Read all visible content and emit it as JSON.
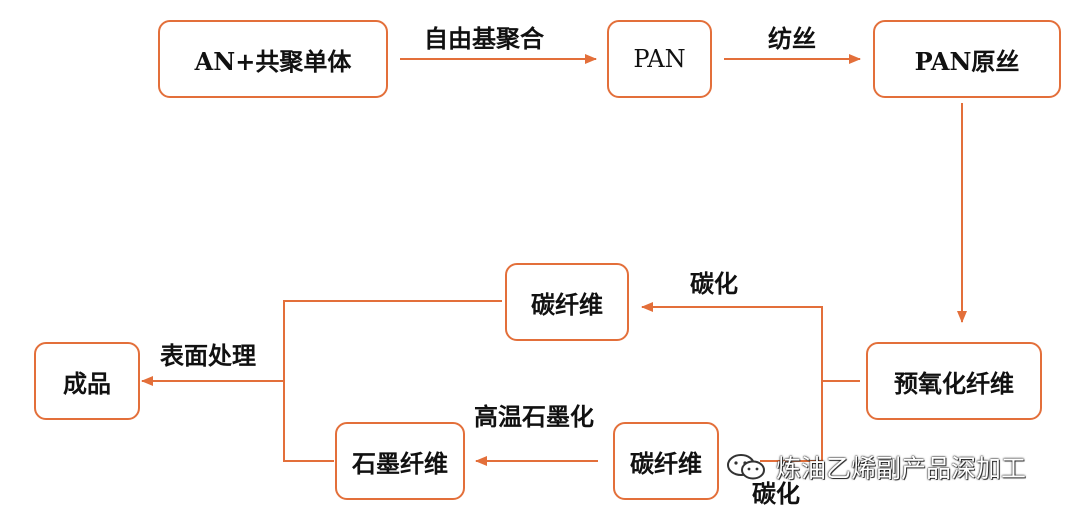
{
  "nodes": {
    "monomer": "AN+共聚单体",
    "pan": "PAN",
    "precursor": "PAN原丝",
    "preox": "预氧化纤维",
    "carbon_top": "碳纤维",
    "carbon_bottom": "碳纤维",
    "graphite": "石墨纤维",
    "product": "成品"
  },
  "edges": {
    "polymerization": "自由基聚合",
    "spinning": "纺丝",
    "carbonization_top": "碳化",
    "carbonization_bottom": "碳化",
    "graphitization": "高温石墨化",
    "surface_treatment": "表面处理"
  },
  "watermark": {
    "text": "炼油乙烯副产品深加工",
    "icon": "wechat-icon"
  },
  "colors": {
    "accent": "#e36f3a"
  }
}
